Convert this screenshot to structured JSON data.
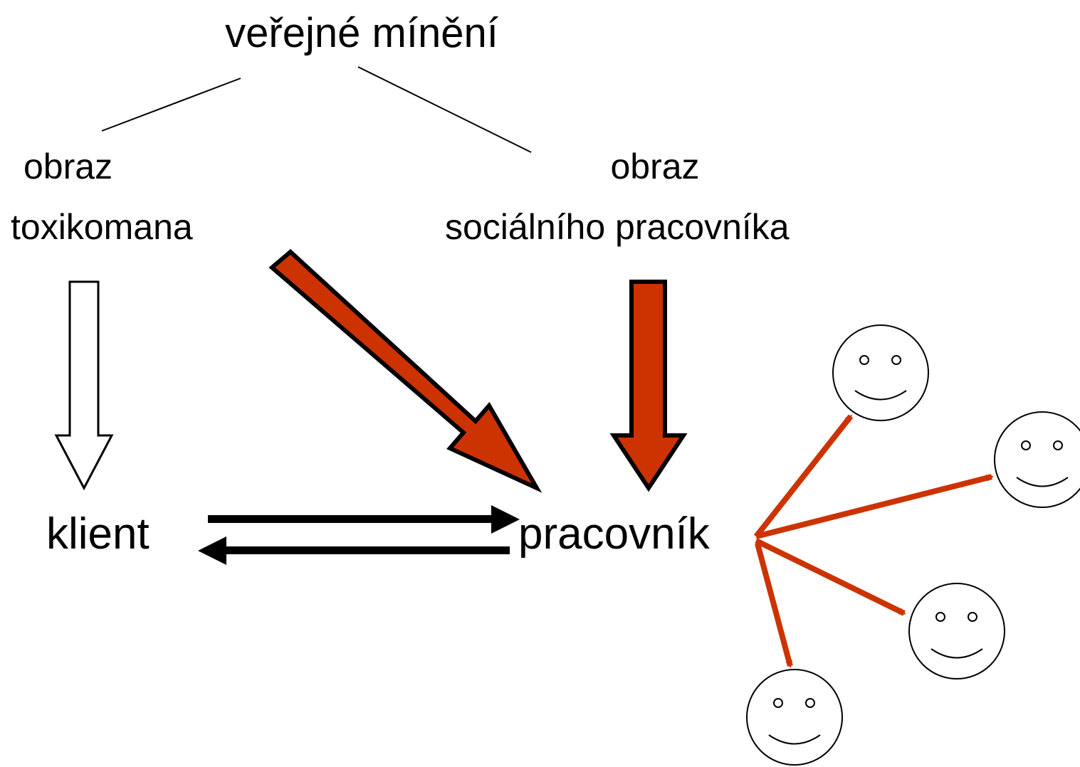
{
  "labels": {
    "public_opinion": "veřejné mínění",
    "addict_image_line1": "obraz",
    "addict_image_line2": "toxikomana",
    "worker_image_line1": "obraz",
    "worker_image_line2": "sociálního pracovníka",
    "client": "klient",
    "worker": "pracovník"
  },
  "colors": {
    "accent": "#cc3300",
    "outline": "#000000",
    "background": "#ffffff"
  },
  "icons": {
    "person": "smiley-face-icon"
  }
}
